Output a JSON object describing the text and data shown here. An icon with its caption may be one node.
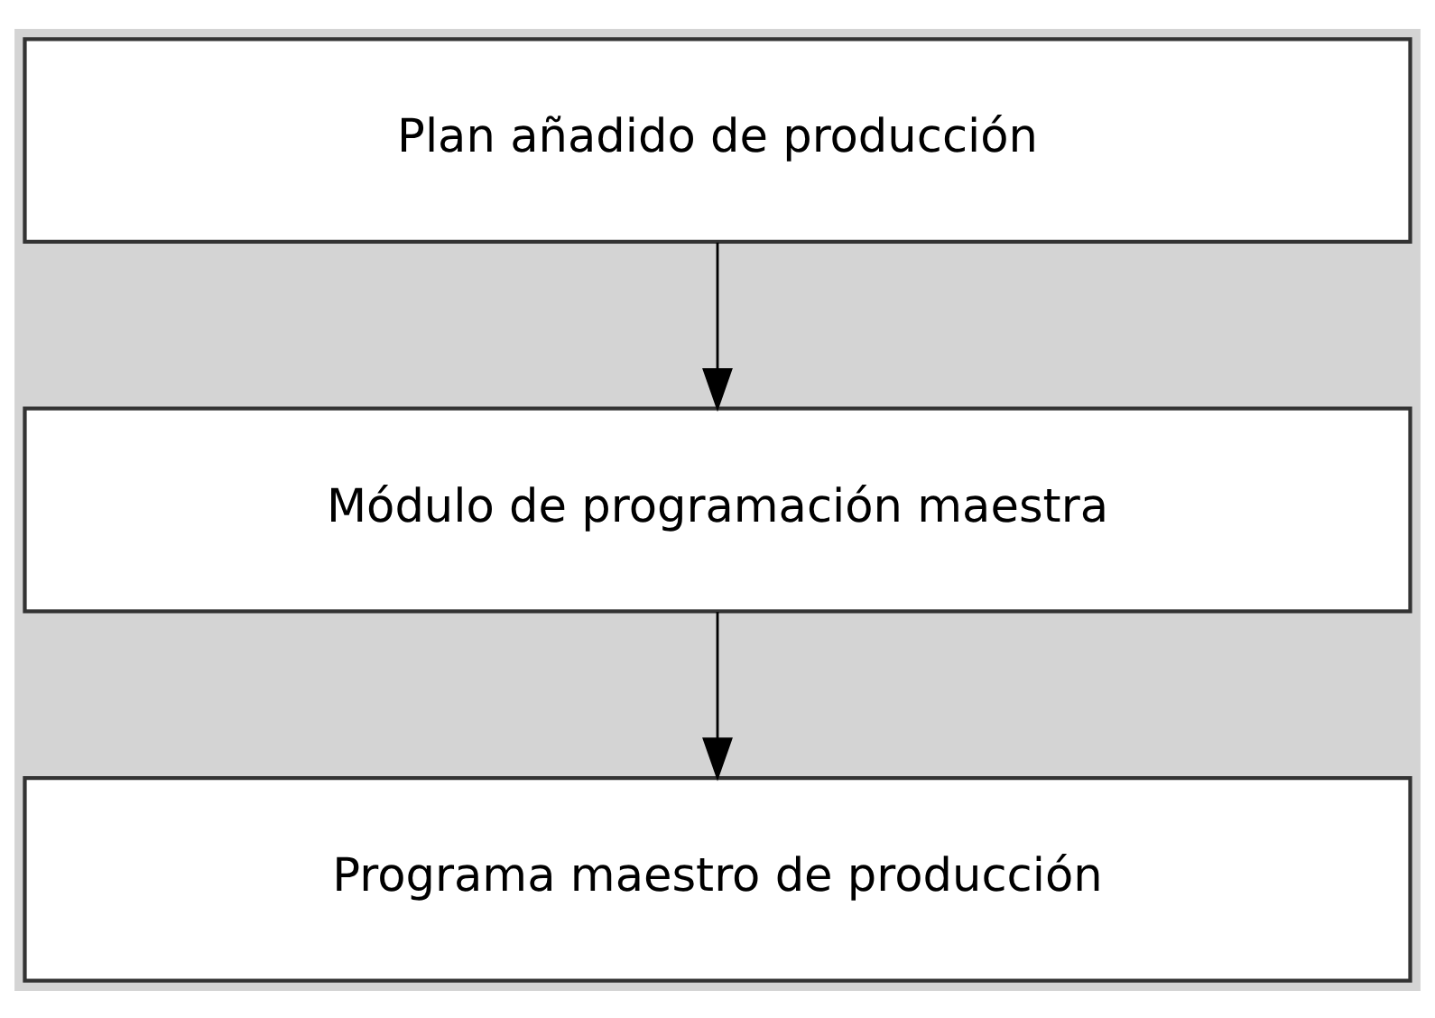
{
  "diagram": {
    "nodes": [
      {
        "text": [
          "Plan añadido de producción"
        ]
      },
      {
        "text": [
          "Módulo de programación maestra"
        ]
      },
      {
        "text": [
          "Programa maestro de producción"
        ]
      }
    ],
    "edges": [
      {
        "from": 0,
        "to": 1,
        "arrow": "to"
      },
      {
        "from": 1,
        "to": 2,
        "arrow": "to"
      }
    ]
  }
}
